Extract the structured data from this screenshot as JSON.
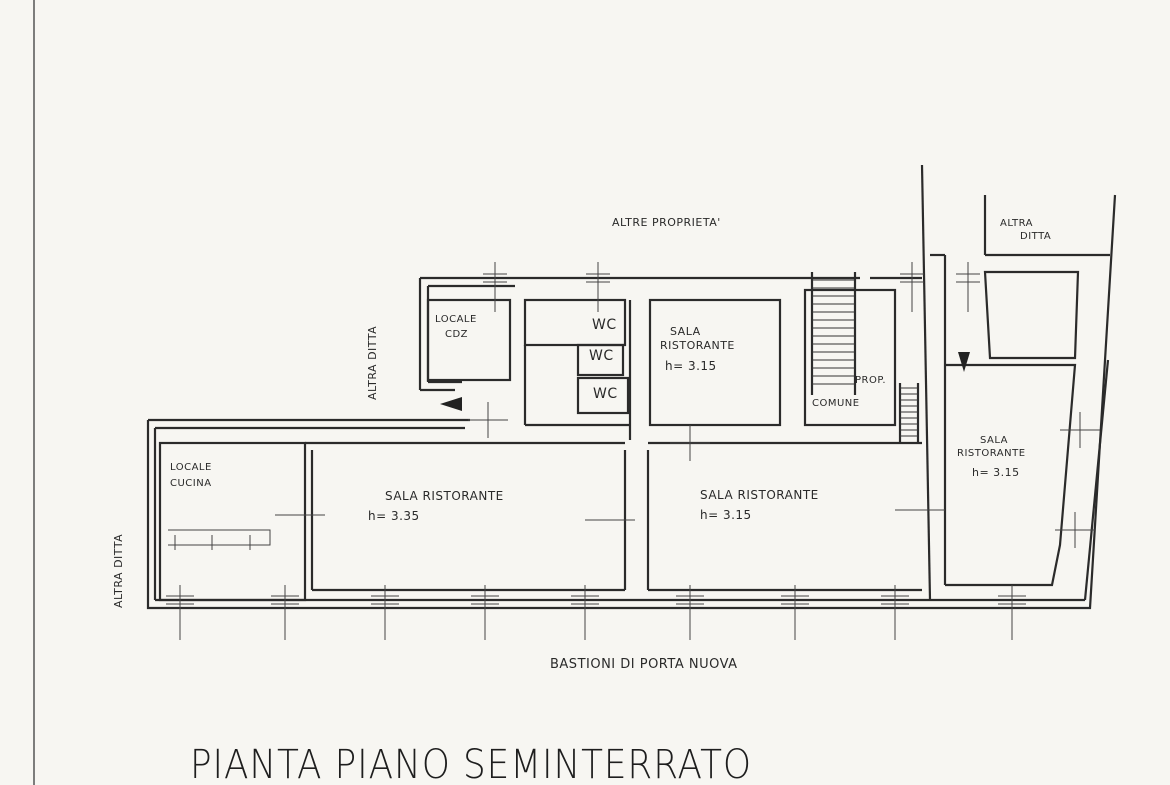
{
  "title": "PIANTA PIANO SEMINTERRATO",
  "surroundings": {
    "top": "ALTRE PROPRIETA'",
    "bottom": "BASTIONI DI PORTA NUOVA",
    "left_upper": "ALTRA DITTA",
    "left_lower": "ALTRA DITTA",
    "top_right": [
      "ALTRA",
      "DITTA"
    ]
  },
  "rooms": {
    "locale_cdz": [
      "LOCALE",
      "CDZ"
    ],
    "locale_cucina": [
      "LOCALE",
      "CUCINA"
    ],
    "wc1": "WC",
    "wc2": "WC",
    "wc3": "WC",
    "sala_upper": {
      "lines": [
        "SALA",
        "RISTORANTE"
      ],
      "height": "h= 3.15"
    },
    "prop_comune": [
      "PROP.",
      "COMUNE"
    ],
    "sala_center_left": {
      "name": "SALA RISTORANTE",
      "height": "h= 3.35"
    },
    "sala_center_right": {
      "name": "SALA RISTORANTE",
      "height": "h= 3.15"
    },
    "sala_right": {
      "lines": [
        "SALA",
        "RISTORANTE"
      ],
      "height": "h= 3.15"
    }
  },
  "colors": {
    "paper": "#f7f6f2",
    "ink": "#2b2b2b"
  }
}
